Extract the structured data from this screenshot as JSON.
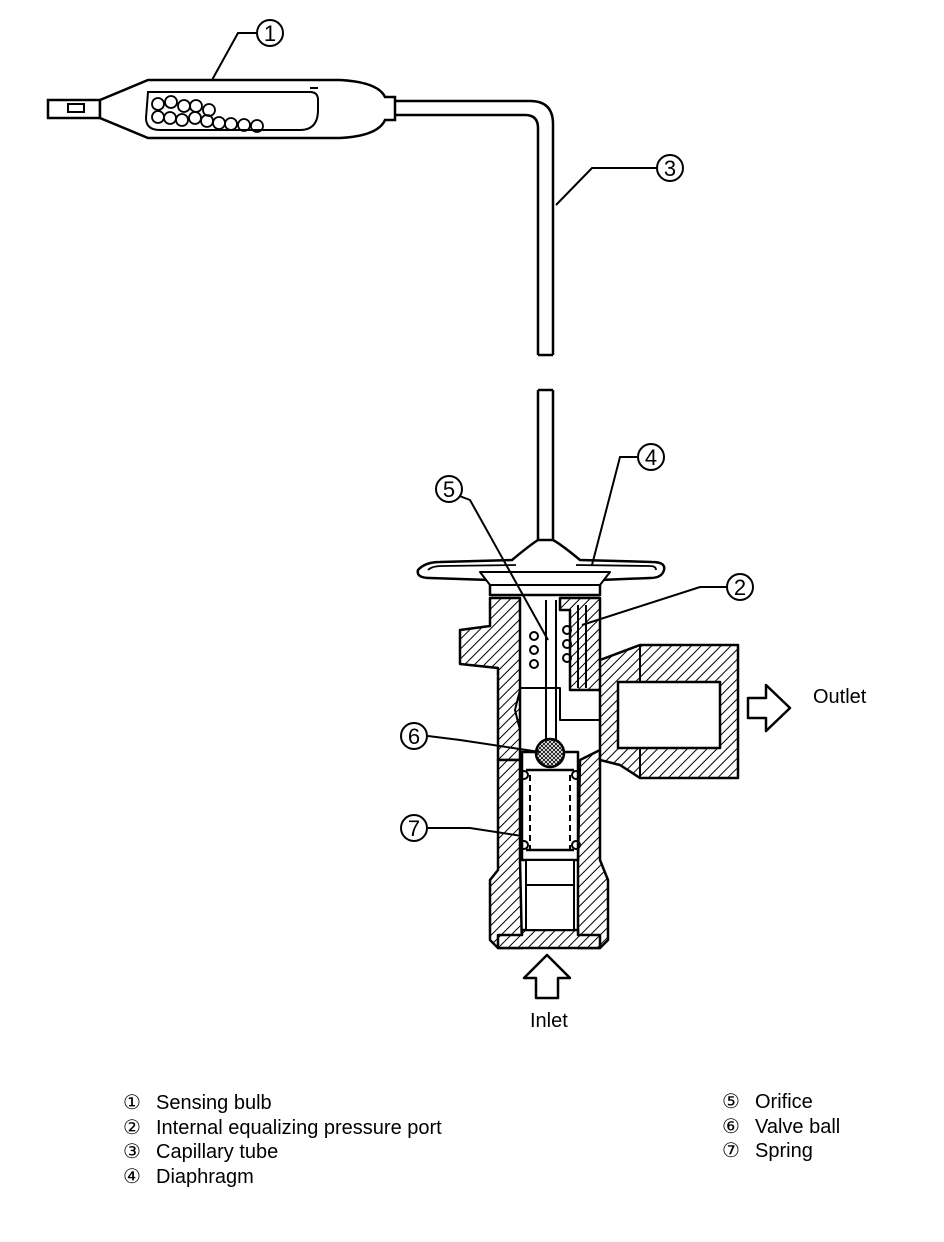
{
  "callouts": [
    {
      "num": "1"
    },
    {
      "num": "2"
    },
    {
      "num": "3"
    },
    {
      "num": "4"
    },
    {
      "num": "5"
    },
    {
      "num": "6"
    },
    {
      "num": "7"
    }
  ],
  "flow": {
    "outlet": "Outlet",
    "inlet": "Inlet"
  },
  "legend": {
    "left": [
      {
        "num": "①",
        "label": "Sensing bulb"
      },
      {
        "num": "②",
        "label": "Internal equalizing pressure port"
      },
      {
        "num": "③",
        "label": "Capillary tube"
      },
      {
        "num": "④",
        "label": "Diaphragm"
      }
    ],
    "right": [
      {
        "num": "⑤",
        "label": "Orifice"
      },
      {
        "num": "⑥",
        "label": "Valve ball"
      },
      {
        "num": "⑦",
        "label": "Spring"
      }
    ]
  }
}
